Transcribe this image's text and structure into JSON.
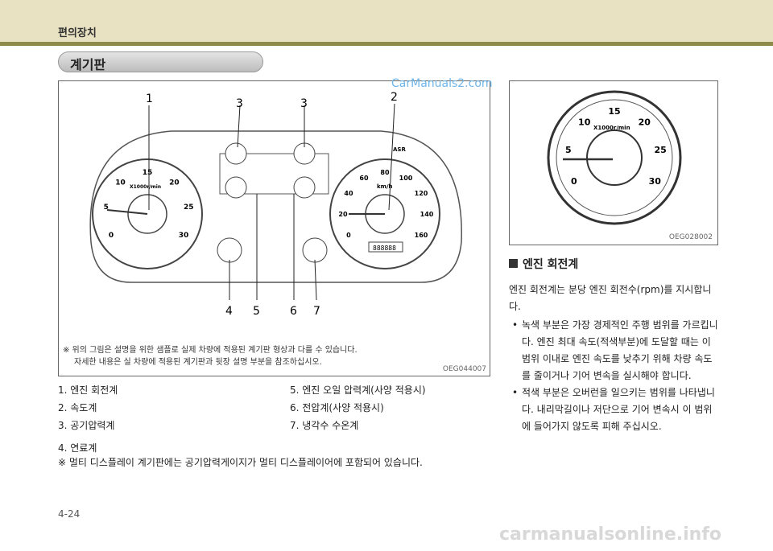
{
  "header": {
    "chapter": "편의장치",
    "section_title": "계기판"
  },
  "figure": {
    "watermark": "CarManuals2.com",
    "code": "OEG044007",
    "callouts_top": [
      "1",
      "3",
      "3",
      "2"
    ],
    "callouts_bottom": [
      "4",
      "5",
      "6",
      "7"
    ],
    "tach_ticks": [
      "0",
      "5",
      "10",
      "15",
      "20",
      "25",
      "30"
    ],
    "tach_unit": "X1000r/min",
    "speed_ticks": [
      "0",
      "20",
      "40",
      "60",
      "80",
      "100",
      "120",
      "140",
      "160"
    ],
    "speed_unit": "km/h",
    "odometer": "888888",
    "asr": "ASR",
    "note_line1": "※ 위의 그림은 설명을 위한 샘플로 실제 차량에 적용된 계기판 형상과 다를 수 있습니다.",
    "note_line2": "자세한 내용은 실 차량에 적용된 계기판과 뒷장 설명 부분을 참조하십시오."
  },
  "list_left": [
    "1. 엔진 회전계",
    "2. 속도계",
    "3. 공기압력계",
    "4. 연료계"
  ],
  "list_right": [
    "5. 엔진 오일 압력계(사양 적용시)",
    "6. 전압계(사양 적용시)",
    "7. 냉각수 수온계"
  ],
  "bottom_note": "※ 멀티 디스플레이 계기판에는 공기압력게이지가 멀티 디스플레이어에 포함되어 있습니다.",
  "page_number": "4-24",
  "tach_figure": {
    "code": "OEG028002",
    "unit": "X1000r/min",
    "ticks": [
      "0",
      "5",
      "10",
      "15",
      "20",
      "25",
      "30"
    ]
  },
  "section": {
    "title": "엔진 회전계",
    "intro": "엔진 회전계는 분당 엔진 회전수(rpm)를 지시합니다.",
    "bullets": [
      "녹색 부분은 가장 경제적인 주행 범위를 가르킵니다. 엔진 최대 속도(적색부분)에 도달할 때는 이 범위 이내로 엔진 속도를 낮추기 위해 차량 속도를 줄이거나 기어 변속을 실시해야 합니다.",
      "적색 부분은 오버런을 일으키는 범위를 나타냅니다. 내리막길이나 저단으로 기어 변속시 이 범위에 들어가지 않도록 피해 주십시오."
    ]
  },
  "footer": "carmanualsonline.info"
}
